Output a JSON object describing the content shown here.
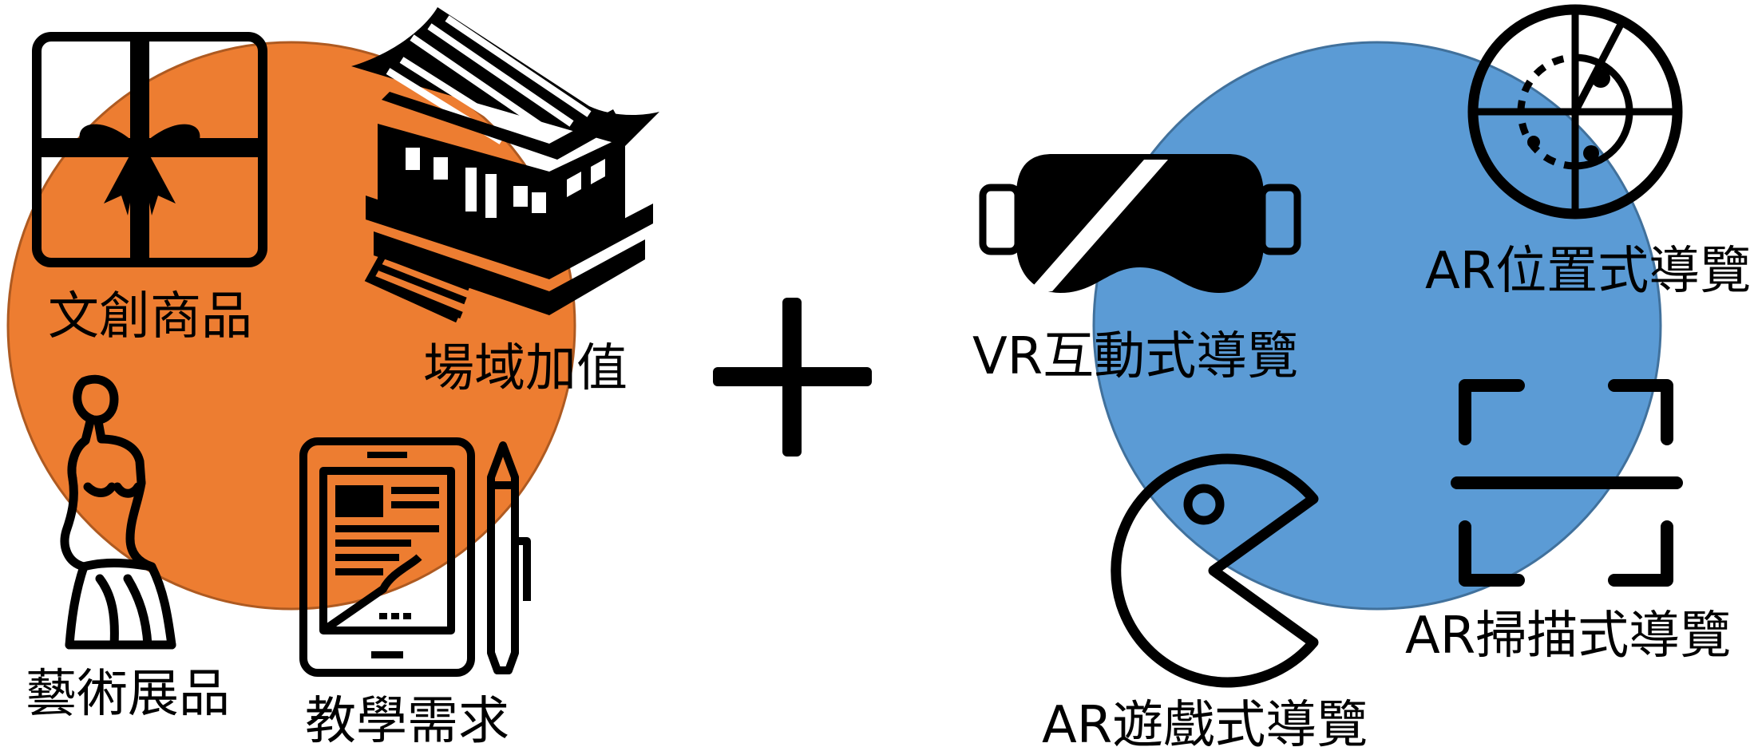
{
  "colors": {
    "orange_circle": "#ED7D31",
    "orange_stroke": "#AE5A21",
    "blue_circle": "#5B9BD5",
    "blue_stroke": "#41719C",
    "ink": "#000000",
    "paper": "#ffffff"
  },
  "left_group": {
    "items": [
      {
        "icon": "gift-box-icon",
        "label": "文創商品"
      },
      {
        "icon": "temple-building-icon",
        "label": "場域加值"
      },
      {
        "icon": "venus-statue-icon",
        "label": "藝術展品"
      },
      {
        "icon": "tablet-pen-icon",
        "label": "教學需求"
      }
    ]
  },
  "operator": {
    "icon": "plus-icon"
  },
  "right_group": {
    "items": [
      {
        "icon": "vr-headset-icon",
        "label": "VR互動式導覽"
      },
      {
        "icon": "radar-target-icon",
        "label": "AR位置式導覽"
      },
      {
        "icon": "pacman-icon",
        "label": "AR遊戲式導覽"
      },
      {
        "icon": "scan-frame-icon",
        "label": "AR掃描式導覽"
      }
    ]
  }
}
